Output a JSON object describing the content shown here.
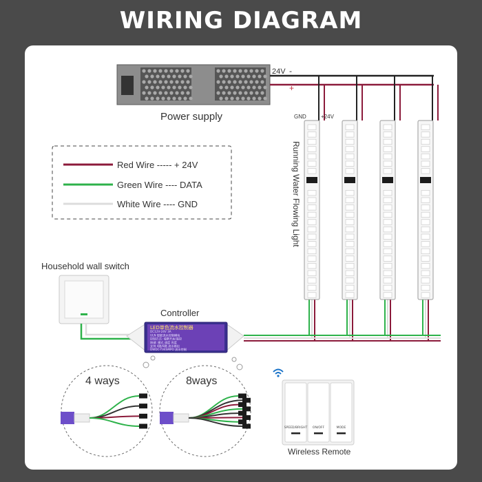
{
  "title": "WIRING DIAGRAM",
  "power_supply": {
    "label": "Power supply",
    "voltage_label": "24V",
    "minus_sign": "-",
    "plus_sign": "+"
  },
  "strip": {
    "gnd_label": "GND",
    "v_label": "+24V",
    "vertical_label": "Running Water Flowing Light"
  },
  "legend": [
    {
      "text": "Red Wire ----- + 24V",
      "color": "#8b1a3a"
    },
    {
      "text": "Green Wire ---- DATA",
      "color": "#2db24a"
    },
    {
      "text": "White Wire ---- GND",
      "color": "#dcdcdc"
    }
  ],
  "wall_switch": {
    "label": "Household wall switch"
  },
  "controller": {
    "label": "Controller",
    "lines": [
      "LED单色流水控制器",
      "DC12V-24V 3A",
      "ULN 智能流水控制模块",
      "控制方式: 墙壁开关/遥控",
      "按键: 模式 速度 亮度",
      "支持 4路/8路 流水输出",
      "DWDC-TV4SMPO 流水控制"
    ]
  },
  "ways": [
    {
      "label": "4 ways"
    },
    {
      "label": "8ways"
    }
  ],
  "remote": {
    "label": "Wireless Remote",
    "buttons": [
      "SPEED/BRIGHT",
      "ON/OFF",
      "MODE"
    ]
  },
  "colors": {
    "red": "#8b1a3a",
    "green": "#2db24a",
    "white": "#dcdcdc",
    "black": "#222222"
  }
}
